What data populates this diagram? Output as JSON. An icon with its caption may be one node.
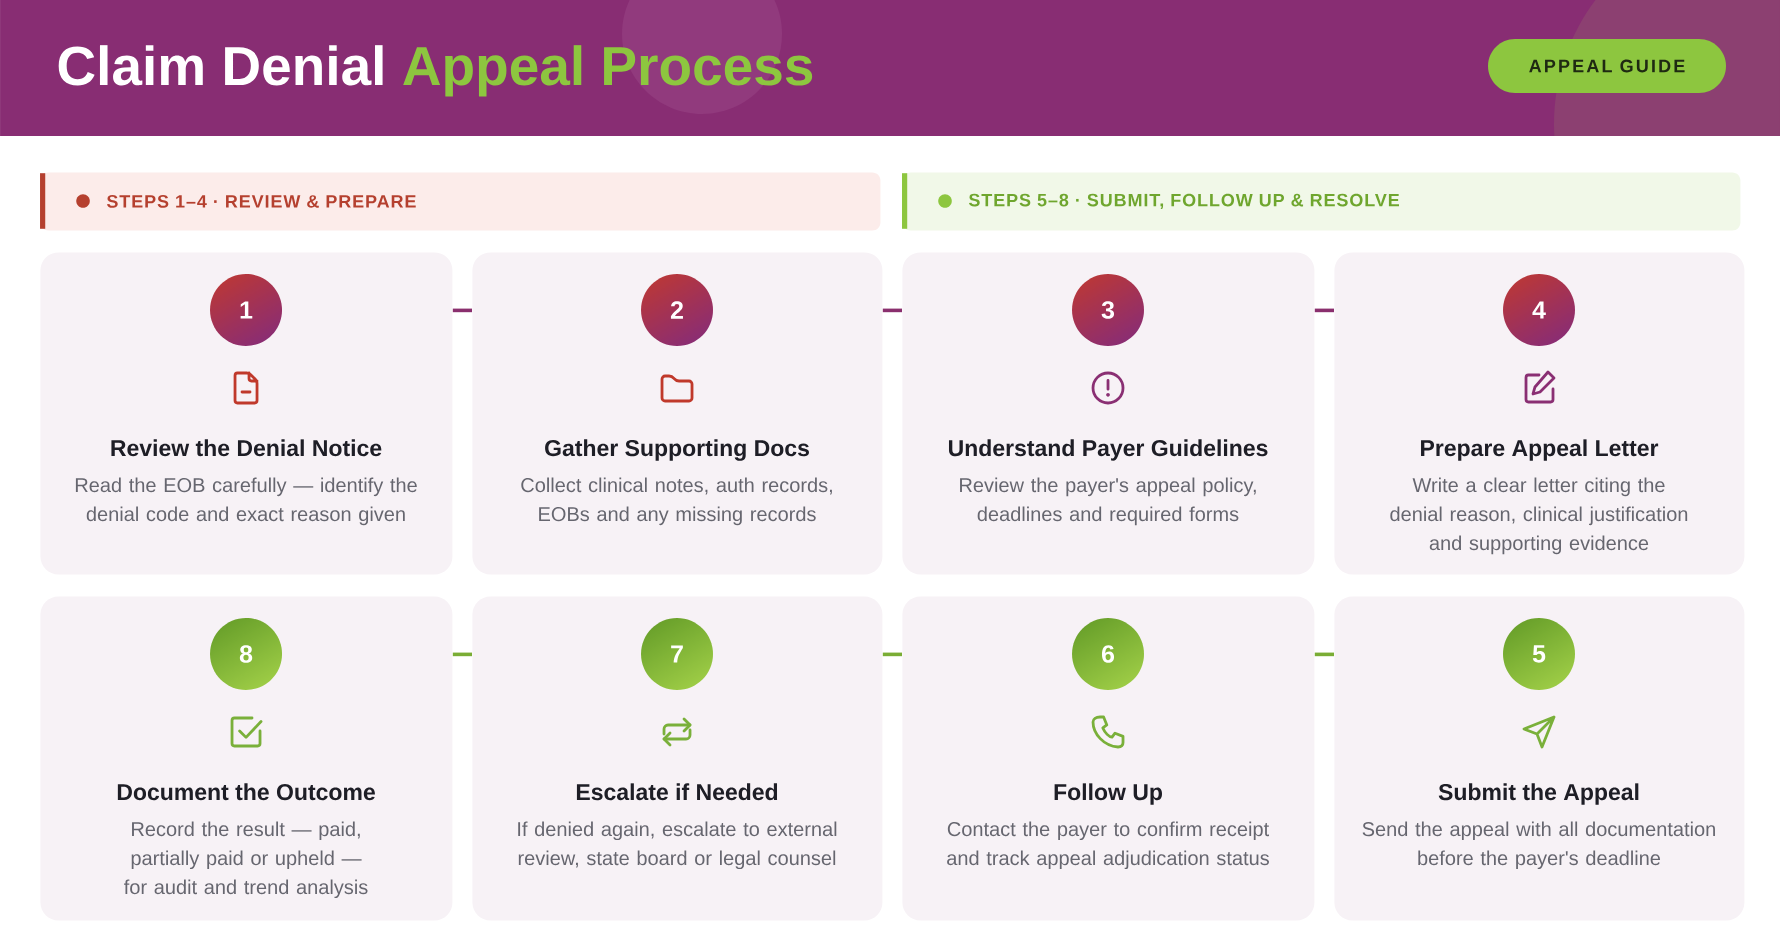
{
  "diagram": {
    "title": "Claim Denial Appeal Process",
    "nodes": [
      {
        "text": [
          "APPEAL GUIDE"
        ]
      },
      {
        "text": [
          "STEPS 1–4 · REVIEW & PREPARE"
        ]
      },
      {
        "text": [
          "STEPS 5–8 · SUBMIT, FOLLOW UP & RESOLVE"
        ]
      },
      {
        "text": [
          "Review the Denial Notice",
          "Read the EOB carefully — identify the denial code and exact reason given"
        ]
      },
      {
        "text": [
          "1"
        ],
        "in": 3
      },
      {
        "text": [
          "Gather Supporting Docs",
          "Collect clinical notes, auth records, EOBs and any missing records"
        ]
      },
      {
        "text": [
          "2"
        ],
        "in": 5
      },
      {
        "text": [
          "Understand Payer Guidelines",
          "Review the payer's appeal policy, deadlines and required forms"
        ]
      },
      {
        "text": [
          "3"
        ],
        "in": 7
      },
      {
        "text": [
          "Prepare Appeal Letter",
          "Write a clear letter citing the denial reason, clinical justification and supporting evidence"
        ]
      },
      {
        "text": [
          "4"
        ],
        "in": 9
      },
      {
        "text": [
          "Document the Outcome",
          "Record the result — paid, partially paid or upheld — for audit and trend analysis"
        ]
      },
      {
        "text": [
          "8"
        ],
        "in": 11
      },
      {
        "text": [
          "Escalate if Needed",
          "If denied again, escalate to external review, state board or legal counsel"
        ]
      },
      {
        "text": [
          "7"
        ],
        "in": 13
      },
      {
        "text": [
          "Follow Up",
          "Contact the payer to confirm receipt and track appeal adjudication status"
        ]
      },
      {
        "text": [
          "6"
        ],
        "in": 15
      },
      {
        "text": [
          "Submit the Appeal",
          "Send the appeal with all documentation before the payer's deadline"
        ]
      },
      {
        "text": [
          "5"
        ],
        "in": 17
      }
    ],
    "edges": [
      {
        "from": 3,
        "to": 5,
        "arrow": "none",
        "color": "#8a2f6e"
      },
      {
        "from": 5,
        "to": 7,
        "arrow": "none",
        "color": "#8a2f6e"
      },
      {
        "from": 7,
        "to": 9,
        "arrow": "none",
        "color": "#8a2f6e"
      },
      {
        "from": 11,
        "to": 13,
        "arrow": "none",
        "color": "#7aad35"
      },
      {
        "from": 13,
        "to": 15,
        "arrow": "none",
        "color": "#7aad35"
      },
      {
        "from": 15,
        "to": 17,
        "arrow": "none",
        "color": "#7aad35"
      }
    ]
  }
}
